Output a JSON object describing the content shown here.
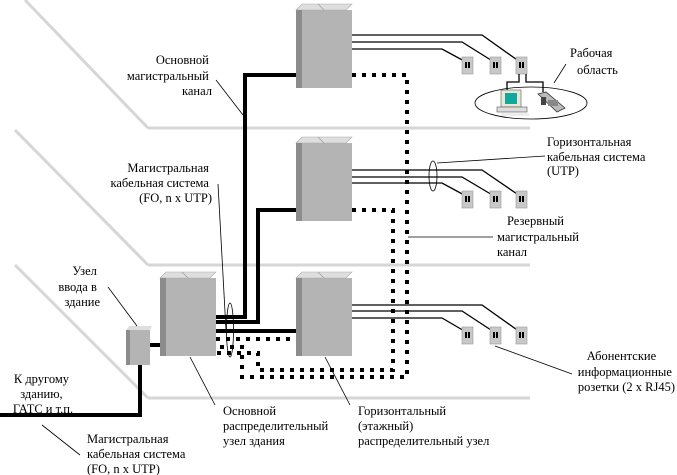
{
  "colors": {
    "cabinet": "#b4b4b4",
    "cabinet_side": "#8c8c8c",
    "cabinet_top": "#dedede",
    "floor_line": "#d6d6d6",
    "monitor_screen": "#12a89c"
  },
  "labels": {
    "main_backbone_channel": [
      "Основной",
      "магистральный",
      "канал"
    ],
    "work_area": [
      "Рабочая",
      "область"
    ],
    "horizontal_cabling": [
      "Горизонтальная",
      "кабельная система",
      "(UTP)"
    ],
    "backbone_cabling_upper": [
      "Магистральная",
      "кабельная система",
      "(FO, n x UTP)"
    ],
    "reserve_backbone_channel": [
      "Резервный",
      "магистральный",
      "канал"
    ],
    "building_entrance": [
      "Узел",
      "ввода в",
      "здание"
    ],
    "to_other_building": [
      "К другому",
      "зданию,",
      "ГАТС и т.п."
    ],
    "backbone_cabling_lower": [
      "Магистральная",
      "кабельная система",
      "(FO, n x UTP)"
    ],
    "main_distribution": [
      "Основной",
      "распределительный",
      "узел здания"
    ],
    "floor_distribution": [
      "Горизонтальный",
      "(этажный)",
      "распределительный узел"
    ],
    "outlets": [
      "Абонентские",
      "информационные",
      "розетки (2 x RJ45)"
    ]
  }
}
